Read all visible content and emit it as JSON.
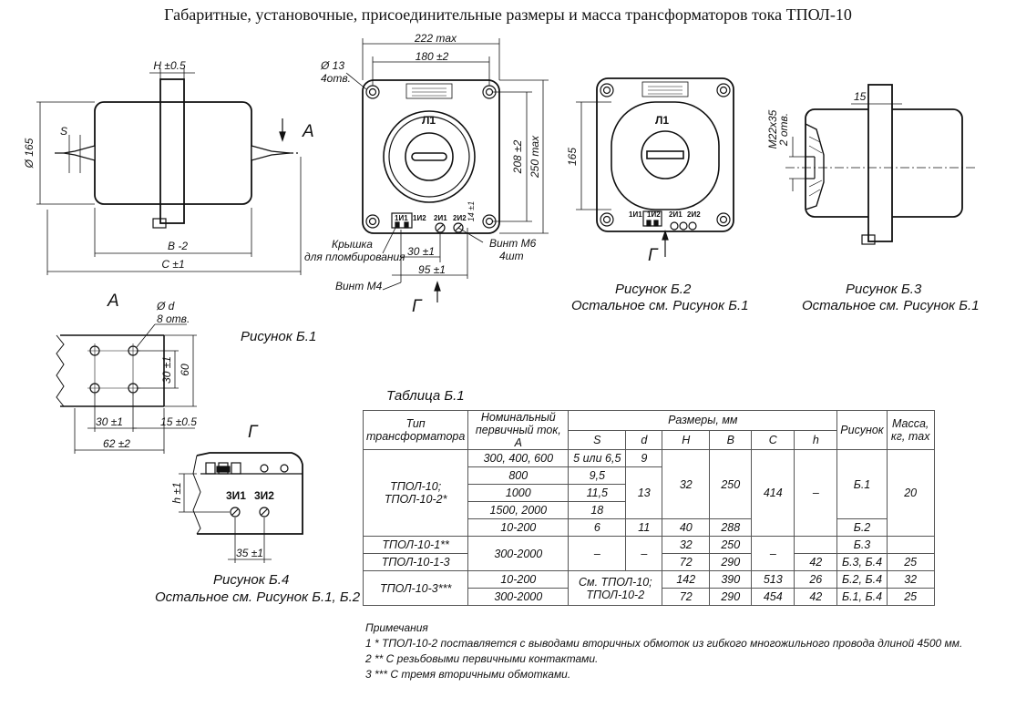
{
  "title": "Габаритные, установочные, присоединительные размеры и масса трансформаторов тока ТПОЛ-10",
  "fig1": {
    "h": "H ±0.5",
    "s": "S",
    "phi165": "Ø 165",
    "view_a": "A",
    "b": "B -2",
    "c": "C ±1"
  },
  "front": {
    "dim_222": "222 max",
    "dim_180": "180 ±2",
    "hole": "Ø 13",
    "hole_n": "4отв.",
    "l1": "Л1",
    "dim_208": "208 ±2",
    "dim_250": "250 max",
    "dim_14": "14 ±1",
    "t1": "1И1",
    "t2": "1И2",
    "t3": "2И1",
    "t4": "2И2",
    "cover": "Крышка",
    "cover2": "для пломбирования",
    "screw6": "Винт М6",
    "screw6n": "4шт",
    "dim_30": "30 ±1",
    "dim_95": "95 ±1",
    "screw4": "Винт М4",
    "view_g": "Г"
  },
  "fig1_caption": "Рисунок Б.1",
  "view_a_detail": {
    "label": "A",
    "phid": "Ø d",
    "n8": "8 отв.",
    "d30": "30 ±1",
    "d60": "60",
    "d30h": "30 ±1",
    "d15": "15 ±0.5",
    "d62": "62 ±2"
  },
  "fig2": {
    "l1": "Л1",
    "d165": "165",
    "t1": "1И1",
    "t2": "1И2",
    "t3": "2И1",
    "t4": "2И2",
    "g": "Г",
    "cap1": "Рисунок Б.2",
    "cap2": "Остальное см. Рисунок Б.1"
  },
  "fig3": {
    "d15": "15",
    "m22": "M22x35",
    "n2": "2 отв.",
    "cap1": "Рисунок Б.3",
    "cap2": "Остальное см. Рисунок Б.1"
  },
  "fig4": {
    "g": "Г",
    "h": "h ±1",
    "t1": "3И1",
    "t2": "3И2",
    "d35": "35 ±1",
    "cap1": "Рисунок Б.4",
    "cap2": "Остальное см. Рисунок Б.1, Б.2"
  },
  "table": {
    "caption": "Таблица Б.1",
    "h_type": "Тип трансформатора",
    "h_current": "Номинальный первичный ток, А",
    "h_dims": "Размеры, мм",
    "h_fig": "Рисунок",
    "h_mass": "Масса, кг, max",
    "h_S": "S",
    "h_d": "d",
    "h_H": "H",
    "h_B": "B",
    "h_C": "C",
    "h_h": "h",
    "g1_type": "ТПОЛ-10; ТПОЛ-10-2*",
    "r1_cur": "300, 400, 600",
    "r1_S": "5 или 6,5",
    "r1_d": "9",
    "r2_cur": "800",
    "r2_S": "9,5",
    "r3_cur": "1000",
    "r3_S": "11,5",
    "r4_cur": "1500, 2000",
    "r4_S": "18",
    "g1_d": "13",
    "g1_H": "32",
    "g1_B": "250",
    "g1_C": "414",
    "g1_h": "–",
    "g1_fig": "Б.1",
    "g1_mass": "20",
    "r5_cur": "10-200",
    "r5_S": "6",
    "r5_d": "11",
    "r5_H": "40",
    "r5_B": "288",
    "r5_fig": "Б.2",
    "r6_type": "ТПОЛ-10-1**",
    "r67_cur": "300-2000",
    "r67_S": "–",
    "r67_d": "–",
    "r6_H": "32",
    "r6_B": "250",
    "r67_C": "–",
    "r6_fig": "Б.3",
    "r7_type": "ТПОЛ-10-1-3",
    "r7_H": "72",
    "r7_B": "290",
    "r7_h": "42",
    "r7_fig": "Б.3, Б.4",
    "r7_mass": "25",
    "g3_type": "ТПОЛ-10-3***",
    "g3_S": "См. ТПОЛ-10; ТПОЛ-10-2",
    "r8_cur": "10-200",
    "r8_H": "142",
    "r8_B": "390",
    "r8_C": "513",
    "r8_h": "26",
    "r8_fig": "Б.2, Б.4",
    "r8_mass": "32",
    "r9_cur": "300-2000",
    "r9_H": "72",
    "r9_B": "290",
    "r9_C": "454",
    "r9_h": "42",
    "r9_fig": "Б.1, Б.4",
    "r9_mass": "25"
  },
  "notes": {
    "head": "Примечания",
    "n1": "1 * ТПОЛ-10-2 поставляется с выводами вторичных обмоток из гибкого многожильного провода длиной 4500 мм.",
    "n2": "2 ** С резьбовыми первичными контактами.",
    "n3": "3 *** С тремя вторичными обмотками."
  }
}
